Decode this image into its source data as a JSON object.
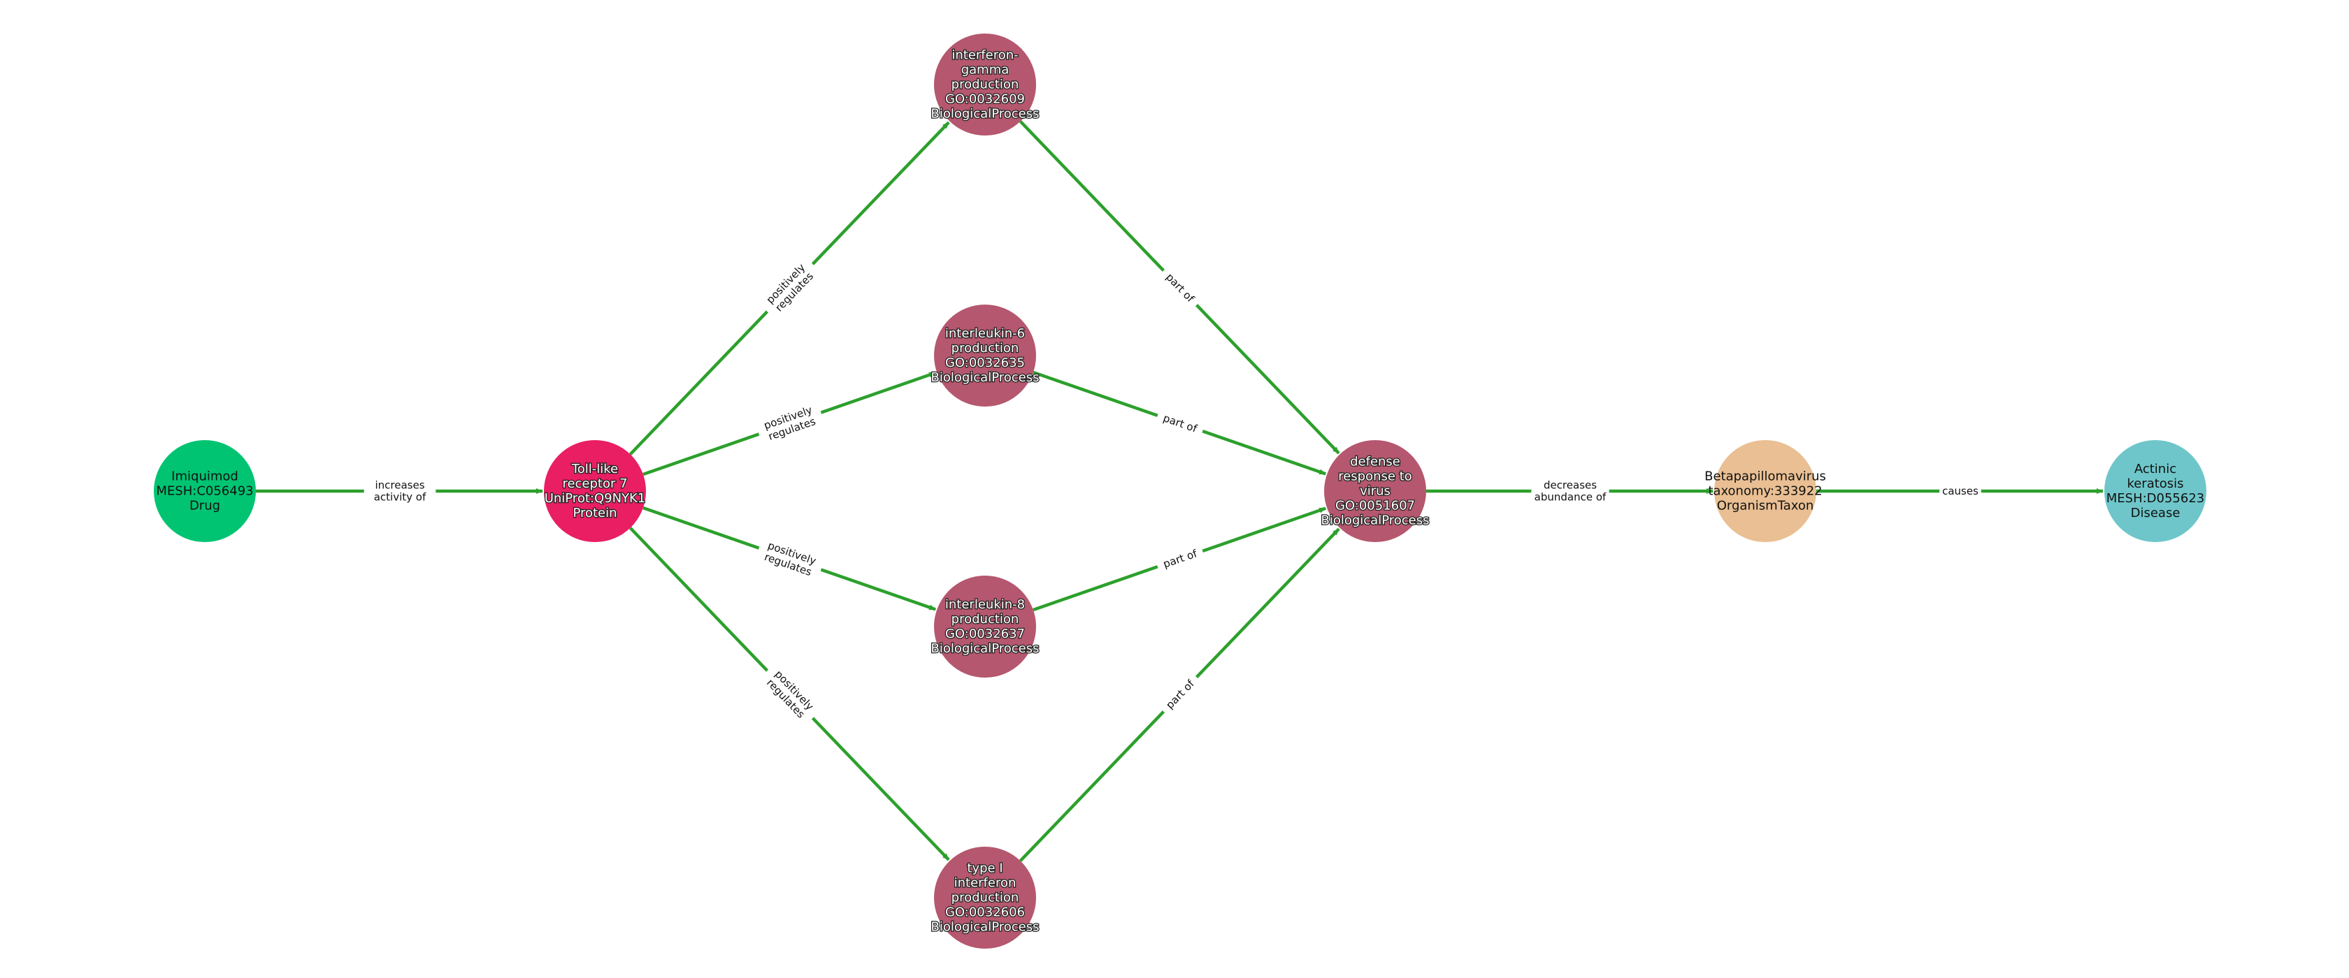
{
  "colors": {
    "edge": "#2ca02c",
    "Drug": "#00c472",
    "Protein": "#e91e63",
    "BiologicalProcess": "#b5576e",
    "OrganismTaxon": "#e9bf93",
    "Disease": "#6ec6ca"
  },
  "nodes": [
    {
      "id": "imiquimod",
      "type": "Drug",
      "label_style": "dark",
      "lines": [
        "Imiquimod",
        "MESH:C056493",
        "Drug"
      ]
    },
    {
      "id": "tlr7",
      "type": "Protein",
      "label_style": "light",
      "lines": [
        "Toll-like",
        "receptor 7",
        "UniProt:Q9NYK1",
        "Protein"
      ]
    },
    {
      "id": "ifng",
      "type": "BiologicalProcess",
      "label_style": "light",
      "lines": [
        "interferon-",
        "gamma",
        "production",
        "GO:0032609",
        "BiologicalProcess"
      ]
    },
    {
      "id": "il6",
      "type": "BiologicalProcess",
      "label_style": "light",
      "lines": [
        "interleukin-6",
        "production",
        "GO:0032635",
        "BiologicalProcess"
      ]
    },
    {
      "id": "il8",
      "type": "BiologicalProcess",
      "label_style": "light",
      "lines": [
        "interleukin-8",
        "production",
        "GO:0032637",
        "BiologicalProcess"
      ]
    },
    {
      "id": "ifn1",
      "type": "BiologicalProcess",
      "label_style": "light",
      "lines": [
        "type I",
        "interferon",
        "production",
        "GO:0032606",
        "BiologicalProcess"
      ]
    },
    {
      "id": "defense",
      "type": "BiologicalProcess",
      "label_style": "light",
      "lines": [
        "defense",
        "response to",
        "virus",
        "GO:0051607",
        "BiologicalProcess"
      ]
    },
    {
      "id": "betapapilloma",
      "type": "OrganismTaxon",
      "label_style": "dark",
      "lines": [
        "Betapapillomavirus",
        "taxonomy:333922",
        "OrganismTaxon"
      ]
    },
    {
      "id": "ak",
      "type": "Disease",
      "label_style": "dark",
      "lines": [
        "Actinic",
        "keratosis",
        "MESH:D055623",
        "Disease"
      ]
    }
  ],
  "edges": [
    {
      "source": "imiquimod",
      "target": "tlr7",
      "lines": [
        "increases",
        "activity of"
      ]
    },
    {
      "source": "tlr7",
      "target": "ifng",
      "lines": [
        "positively",
        "regulates"
      ]
    },
    {
      "source": "tlr7",
      "target": "il6",
      "lines": [
        "positively",
        "regulates"
      ]
    },
    {
      "source": "tlr7",
      "target": "il8",
      "lines": [
        "positively",
        "regulates"
      ]
    },
    {
      "source": "tlr7",
      "target": "ifn1",
      "lines": [
        "positively",
        "regulates"
      ]
    },
    {
      "source": "ifng",
      "target": "defense",
      "lines": [
        "part of"
      ]
    },
    {
      "source": "il6",
      "target": "defense",
      "lines": [
        "part of"
      ]
    },
    {
      "source": "il8",
      "target": "defense",
      "lines": [
        "part of"
      ]
    },
    {
      "source": "ifn1",
      "target": "defense",
      "lines": [
        "part of"
      ]
    },
    {
      "source": "defense",
      "target": "betapapilloma",
      "lines": [
        "decreases",
        "abundance of"
      ]
    },
    {
      "source": "betapapilloma",
      "target": "ak",
      "lines": [
        "causes"
      ]
    }
  ]
}
